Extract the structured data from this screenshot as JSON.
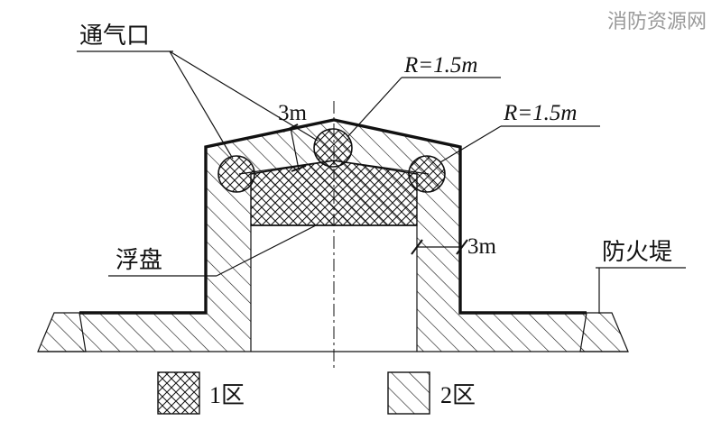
{
  "watermark": "消防资源网",
  "labels": {
    "vent": "通气口",
    "floating_roof": "浮盘",
    "dike": "防火堤",
    "radius_1": "R=1.5m",
    "radius_2": "R=1.5m",
    "dist_top": "3m",
    "dist_side": "3m"
  },
  "legend": [
    {
      "pattern": "crosshatch",
      "label": "1区"
    },
    {
      "pattern": "diagonal",
      "label": "2区"
    }
  ],
  "colors": {
    "line": "#111111",
    "watermark": "#9a9a9a"
  }
}
